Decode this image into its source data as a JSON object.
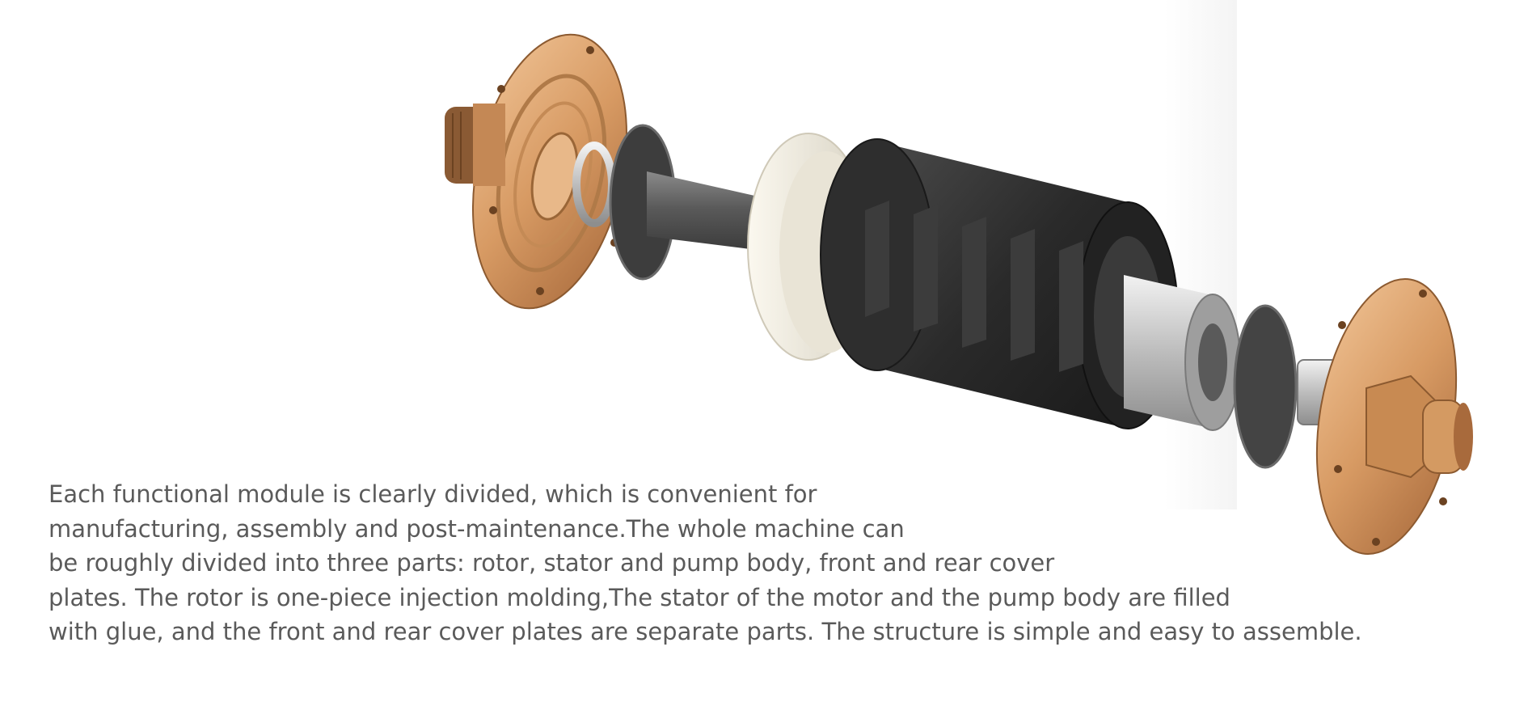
{
  "description": {
    "lines": [
      "Each functional module is clearly divided, which is convenient for",
      "manufacturing, assembly and post-maintenance.The whole machine can",
      "be roughly divided into three parts: rotor, stator and pump body, front and rear cover",
      "plates. The rotor is one-piece injection molding,The stator of the motor and the pump body are filled",
      "with glue, and the front and rear cover plates are separate parts. The structure is simple and easy to assemble."
    ]
  },
  "colors": {
    "text": "#5a5a5a",
    "copper": "#d9a06d",
    "stator": "#2c2c2c",
    "metal": "#c8c8c8"
  }
}
